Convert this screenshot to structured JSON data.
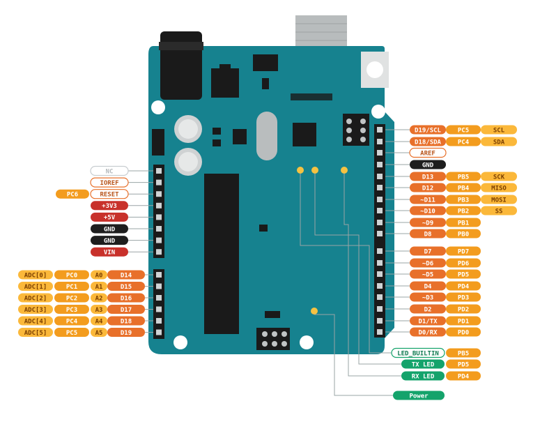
{
  "colors": {
    "board": "#16828f",
    "board_dark": "#0e5f69",
    "digital": "#e8702a",
    "port": "#f39c1e",
    "analog": "#fbb83a",
    "power": "#c8312b",
    "ground": "#1e1e1e",
    "other": "#14a36b",
    "neutral": "#ffffff",
    "led": "#f5c242",
    "line": "#9aa4a6"
  },
  "left_header": {
    "rows": [
      {
        "label": "NC",
        "style": "outline-grey"
      },
      {
        "label": "IOREF",
        "style": "outline-orange"
      },
      {
        "label": "RESET",
        "style": "outline-orange",
        "port": "PC6"
      },
      {
        "label": "+3V3",
        "style": "power"
      },
      {
        "label": "+5V",
        "style": "power"
      },
      {
        "label": "GND",
        "style": "ground"
      },
      {
        "label": "GND",
        "style": "ground"
      },
      {
        "label": "VIN",
        "style": "power"
      }
    ]
  },
  "analog_header": {
    "rows": [
      {
        "adc": "ADC[0]",
        "port": "PC0",
        "analog": "A0",
        "digital": "D14"
      },
      {
        "adc": "ADC[1]",
        "port": "PC1",
        "analog": "A1",
        "digital": "D15"
      },
      {
        "adc": "ADC[2]",
        "port": "PC2",
        "analog": "A2",
        "digital": "D16"
      },
      {
        "adc": "ADC[3]",
        "port": "PC3",
        "analog": "A3",
        "digital": "D17"
      },
      {
        "adc": "ADC[4]",
        "port": "PC4",
        "analog": "A4",
        "digital": "D18"
      },
      {
        "adc": "ADC[5]",
        "port": "PC5",
        "analog": "A5",
        "digital": "D19"
      }
    ]
  },
  "right_header": {
    "rows": [
      {
        "label": "D19/SCL",
        "style": "digital",
        "port": "PC5",
        "extra": "SCL"
      },
      {
        "label": "D18/SDA",
        "style": "digital",
        "port": "PC4",
        "extra": "SDA"
      },
      {
        "label": "AREF",
        "style": "outline-orange"
      },
      {
        "label": "GND",
        "style": "ground"
      },
      {
        "label": "D13",
        "style": "digital",
        "port": "PB5",
        "extra": "SCK"
      },
      {
        "label": "D12",
        "style": "digital",
        "port": "PB4",
        "extra": "MISO"
      },
      {
        "label": "~D11",
        "style": "digital",
        "port": "PB3",
        "extra": "MOSI"
      },
      {
        "label": "~D10",
        "style": "digital",
        "port": "PB2",
        "extra": "SS"
      },
      {
        "label": "~D9",
        "style": "digital",
        "port": "PB1"
      },
      {
        "label": "D8",
        "style": "digital",
        "port": "PB0"
      },
      {
        "label": "D7",
        "style": "digital",
        "port": "PD7"
      },
      {
        "label": "~D6",
        "style": "digital",
        "port": "PD6"
      },
      {
        "label": "~D5",
        "style": "digital",
        "port": "PD5"
      },
      {
        "label": "D4",
        "style": "digital",
        "port": "PD4"
      },
      {
        "label": "~D3",
        "style": "digital",
        "port": "PD3"
      },
      {
        "label": "D2",
        "style": "digital",
        "port": "PD2"
      },
      {
        "label": "D1/TX",
        "style": "digital",
        "port": "PD1"
      },
      {
        "label": "D0/RX",
        "style": "digital",
        "port": "PD0"
      }
    ]
  },
  "leds": [
    {
      "label": "LED_BUILTIN",
      "style": "outline-green",
      "port": "PB5"
    },
    {
      "label": "TX LED",
      "style": "other",
      "port": "PD5"
    },
    {
      "label": "RX LED",
      "style": "other",
      "port": "PD4"
    },
    {
      "label": "Power",
      "style": "other"
    }
  ]
}
